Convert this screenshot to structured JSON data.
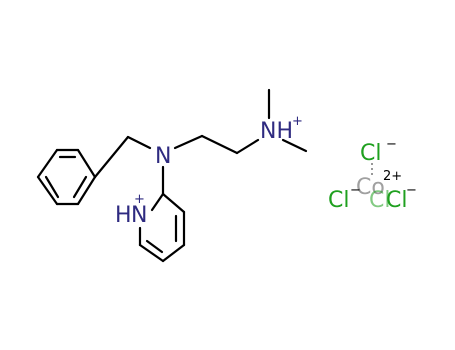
{
  "molecule": {
    "atoms": {
      "amine_n": "N",
      "ammonium_nh": "NH",
      "ammonium_charge": "+",
      "pyridinium_nh": "H",
      "pyridinium_n": "N",
      "pyridinium_charge": "+",
      "chloride_1": "Cl",
      "chloride_1_charge": "−",
      "cobalt": "Co",
      "cobalt_charge": "2+",
      "chloride_2": "Cl",
      "chloride_2_charge": "−",
      "chloride_3": "Cl",
      "chloride_4": "Cl",
      "chloride_4_charge": "−"
    }
  }
}
